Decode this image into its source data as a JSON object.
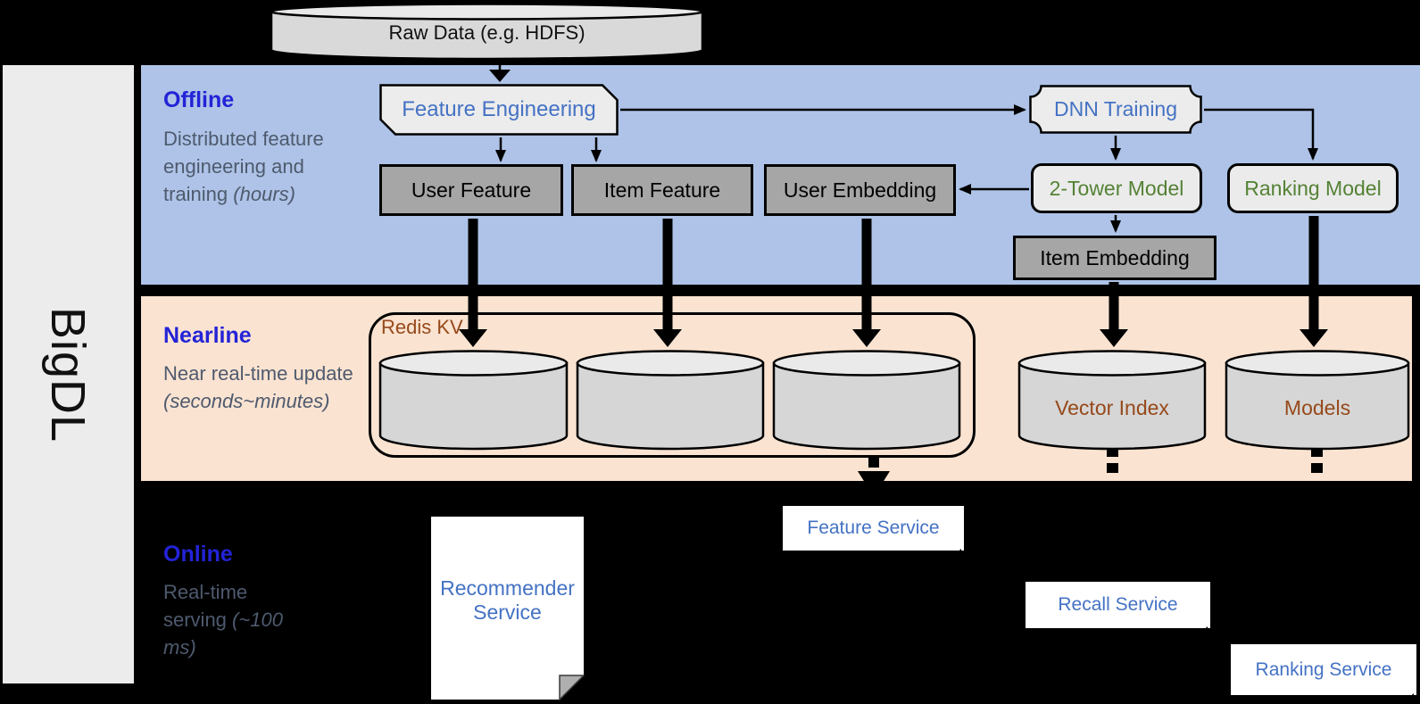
{
  "sidebar": {
    "label": "BigDL"
  },
  "datastore": {
    "raw_data": "Raw Data (e.g. HDFS)"
  },
  "bands": {
    "offline": {
      "label": "Offline",
      "desc": "Distributed feature engineering and training",
      "desc_italic": "(hours)"
    },
    "nearline": {
      "label": "Nearline",
      "desc": "Near real-time update",
      "desc_italic": "(seconds~minutes)"
    },
    "online": {
      "label": "Online",
      "desc": "Real-time serving",
      "desc_italic": "(~100 ms)"
    }
  },
  "offline_nodes": {
    "feature_engineering": "Feature Engineering",
    "dnn_training": "DNN Training",
    "user_feature": "User Feature",
    "item_feature": "Item Feature",
    "user_embedding": "User Embedding",
    "two_tower_model": "2-Tower Model",
    "ranking_model": "Ranking Model",
    "item_embedding": "Item Embedding"
  },
  "nearline_nodes": {
    "redis_kv": "Redis KV",
    "vector_index": "Vector Index",
    "models": "Models"
  },
  "online_nodes": {
    "recommender_service": "Recommender Service",
    "feature_service": "Feature Service",
    "recall_service": "Recall Service",
    "ranking_service": "Ranking Service"
  },
  "colors": {
    "offline_band": "#AEC3E7",
    "nearline_band": "#FAE3D1",
    "band_label_blue": "#2323D7",
    "desc_gray": "#4E5A6E",
    "node_blue": "#4472C4",
    "node_green": "#548235",
    "store_brown": "#96491A",
    "gray_box": "#A6A6A6",
    "light_box": "#EBEBEB"
  }
}
